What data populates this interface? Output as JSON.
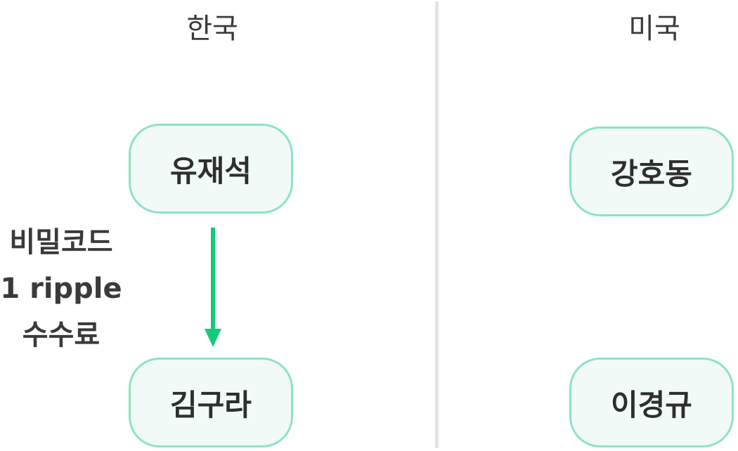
{
  "columns": {
    "left": {
      "header": "한국"
    },
    "right": {
      "header": "미국"
    }
  },
  "nodes": {
    "yoo": "유재석",
    "kim": "김구라",
    "kang": "강호동",
    "lee": "이경규"
  },
  "transfer": {
    "line1": "비밀코드",
    "line2": "1 ripple",
    "line3": "수수료"
  },
  "colors": {
    "node_border": "#8fe3c0",
    "node_fill": "#f1faf6",
    "arrow": "#13c97a",
    "divider": "#e3e3e3"
  }
}
